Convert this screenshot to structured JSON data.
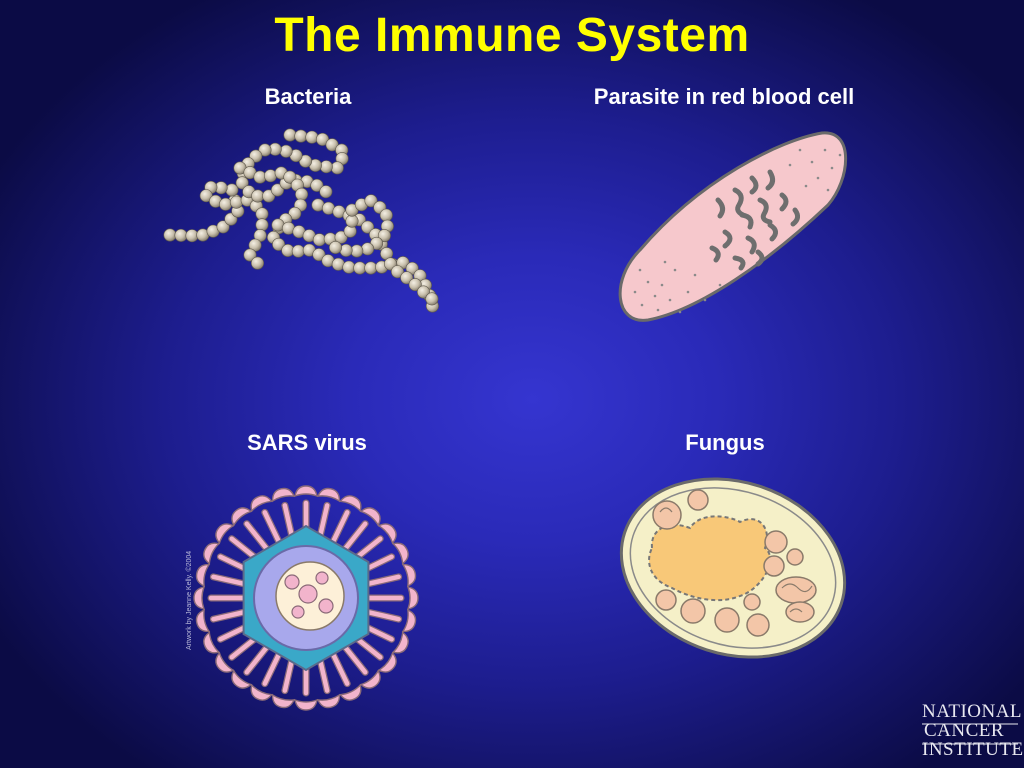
{
  "slide": {
    "title": "The Immune System",
    "panels": [
      {
        "label": "Bacteria"
      },
      {
        "label": "Parasite in red blood cell"
      },
      {
        "label": "SARS virus"
      },
      {
        "label": "Fungus"
      }
    ],
    "artist_credit": "Artwork by Jeanne Kelly. ©2004",
    "logo": {
      "line1": "NATIONAL",
      "line2": "CANCER",
      "line3": "INSTITUTE"
    }
  },
  "colors": {
    "title": "#ffff00",
    "label": "#ffffff",
    "background_center": "#3535d0",
    "background_edge": "#0b0b45"
  },
  "icons": [
    "bacteria-illustration",
    "parasite-rbc-illustration",
    "sars-virus-illustration",
    "fungus-cell-illustration",
    "nci-logo"
  ]
}
